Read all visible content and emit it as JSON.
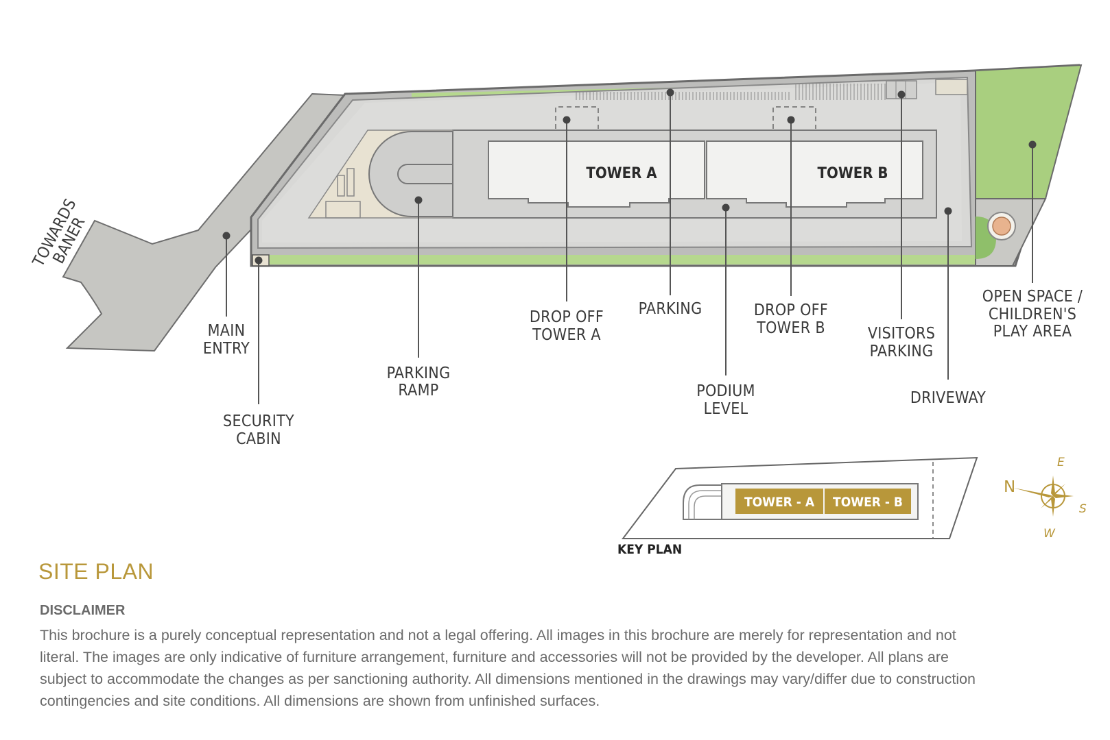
{
  "labels": {
    "towards_baner_line1": "TOWARDS",
    "towards_baner_line2": "BANER",
    "main_entry_line1": "MAIN",
    "main_entry_line2": "ENTRY",
    "security_cabin_line1": "SECURITY",
    "security_cabin_line2": "CABIN",
    "parking_ramp_line1": "PARKING",
    "parking_ramp_line2": "RAMP",
    "drop_off_a_line1": "DROP OFF",
    "drop_off_a_line2": "TOWER A",
    "parking": "PARKING",
    "podium_line1": "PODIUM",
    "podium_line2": "LEVEL",
    "drop_off_b_line1": "DROP OFF",
    "drop_off_b_line2": "TOWER B",
    "visitors_line1": "VISITORS",
    "visitors_line2": "PARKING",
    "driveway": "DRIVEWAY",
    "open_space_line1": "OPEN SPACE /",
    "open_space_line2": "CHILDREN'S",
    "open_space_line3": "PLAY AREA"
  },
  "towers": {
    "a": "TOWER A",
    "b": "TOWER B"
  },
  "key_plan": {
    "title": "KEY PLAN",
    "tower_a": "TOWER - A",
    "tower_b": "TOWER - B"
  },
  "compass": {
    "n": "N",
    "e": "E",
    "s": "S",
    "w": "W"
  },
  "colors": {
    "accent_gold": "#b8973a",
    "green_space": "#a9cf7f",
    "road_gray": "#c4c4c0",
    "podium_gray": "#d2d2d0"
  },
  "footer": {
    "title": "SITE PLAN",
    "disclaimer_heading": "DISCLAIMER",
    "disclaimer_text": "This brochure is a purely conceptual representation and not a legal offering. All images in this brochure are merely for representation and not literal. The images are only indicative of furniture arrangement, furniture and accessories will not be provided by the developer. All plans are subject to accommodate the changes as per sanctioning authority. All dimensions mentioned in the drawings may vary/differ due to construction contingencies and site conditions. All dimensions are shown from unfinished surfaces."
  }
}
